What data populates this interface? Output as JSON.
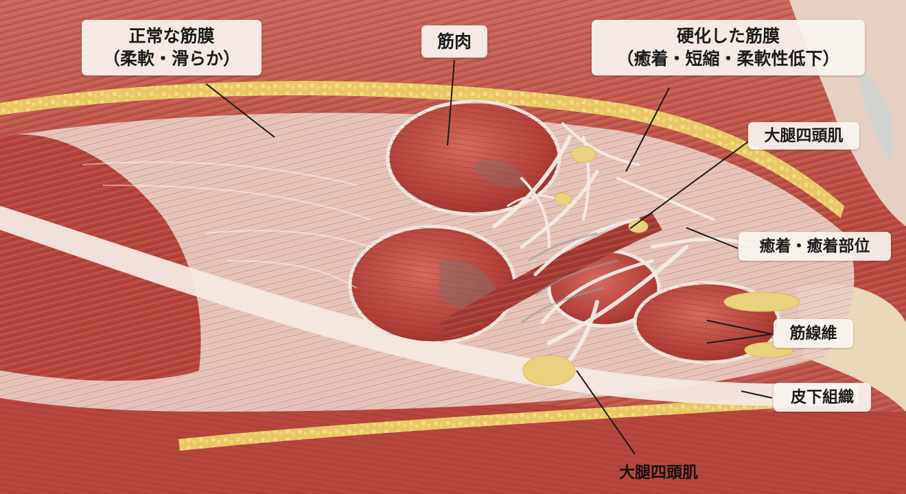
{
  "labels": {
    "normal_fascia": {
      "line1": "正常な筋膜",
      "line2": "（柔軟・滑らか）"
    },
    "muscle": "筋肉",
    "hardened_fascia": {
      "line1": "硬化した筋膜",
      "line2": "（癒着・短縮・柔軟性低下）"
    },
    "quadriceps_upper": "大腿四頭肌",
    "adhesion": "癒着・癒着部位",
    "muscle_fibers": "筋線維",
    "subcutaneous": "皮下組織",
    "quadriceps_lower": "大腿四頭肌"
  },
  "colors": {
    "muscle_red": "#b5433c",
    "muscle_light": "#d98278",
    "fascia_white": "#f1e6de",
    "fat_yellow": "#e6c25a",
    "label_bg": "#f8f4ee",
    "leader_line": "#1a1a1a"
  }
}
